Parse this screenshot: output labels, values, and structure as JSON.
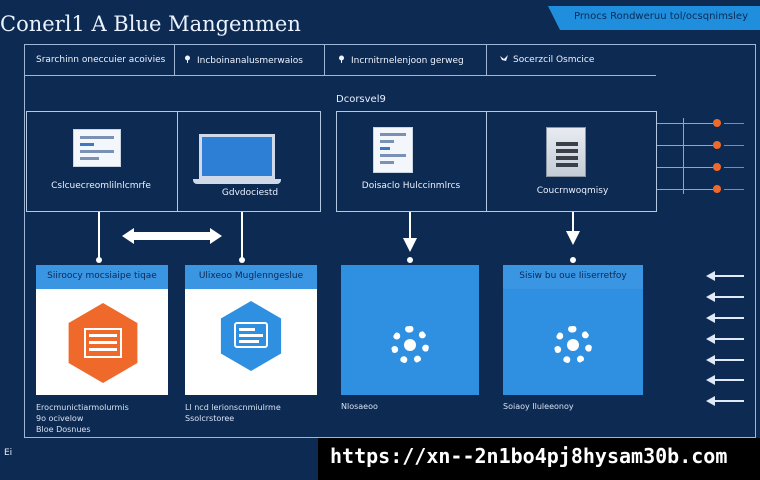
{
  "title": "Conerl1 A Blue Mangenmen",
  "banner": "Prnocs Rondweruu tol/ocsqnimsley",
  "header": [
    {
      "label": "Srarchinn oneccuier acoivies",
      "icon": "none"
    },
    {
      "label": "Incboinanalusmerwaios",
      "icon": "pin-icon"
    },
    {
      "label": "Incrnitrnelenjoon gerweg",
      "icon": "pin-icon"
    },
    {
      "label": "Socerzcil Osmcice",
      "icon": "bird-icon"
    }
  ],
  "caption": "Dcorsvel9",
  "top_boxes": {
    "left_label_1": "Cslcuecreomlilnlcmrfe",
    "left_label_2": "Gdvdociestd",
    "right_label_1": "Doisaclo Hulccinmlrcs",
    "right_label_2": "Coucrnwoqmisy"
  },
  "panels": [
    {
      "head": "Siiroocy mocsiaipe tiqae",
      "sub": "Erocmunictiarmolurmis\n9o ocivelow\nBloe Dosnues"
    },
    {
      "head": "Ulixeoo Muglenngeslue",
      "sub": "Ll ncd lerionscnmiulrme\nSsolcrstoree"
    },
    {
      "head": "",
      "sub": "Nlosaeoo"
    },
    {
      "head": "Sisiw bu oue Iiiserretfoy",
      "sub": "Soiaoy Iluleeonoy"
    }
  ],
  "footer_corner": "Ei",
  "url": "https://xn--2n1bo4pj8hysam30b.com",
  "colors": {
    "accent_blue": "#2f8fe0",
    "accent_orange": "#ef6a2a",
    "background": "#0d2a52"
  }
}
